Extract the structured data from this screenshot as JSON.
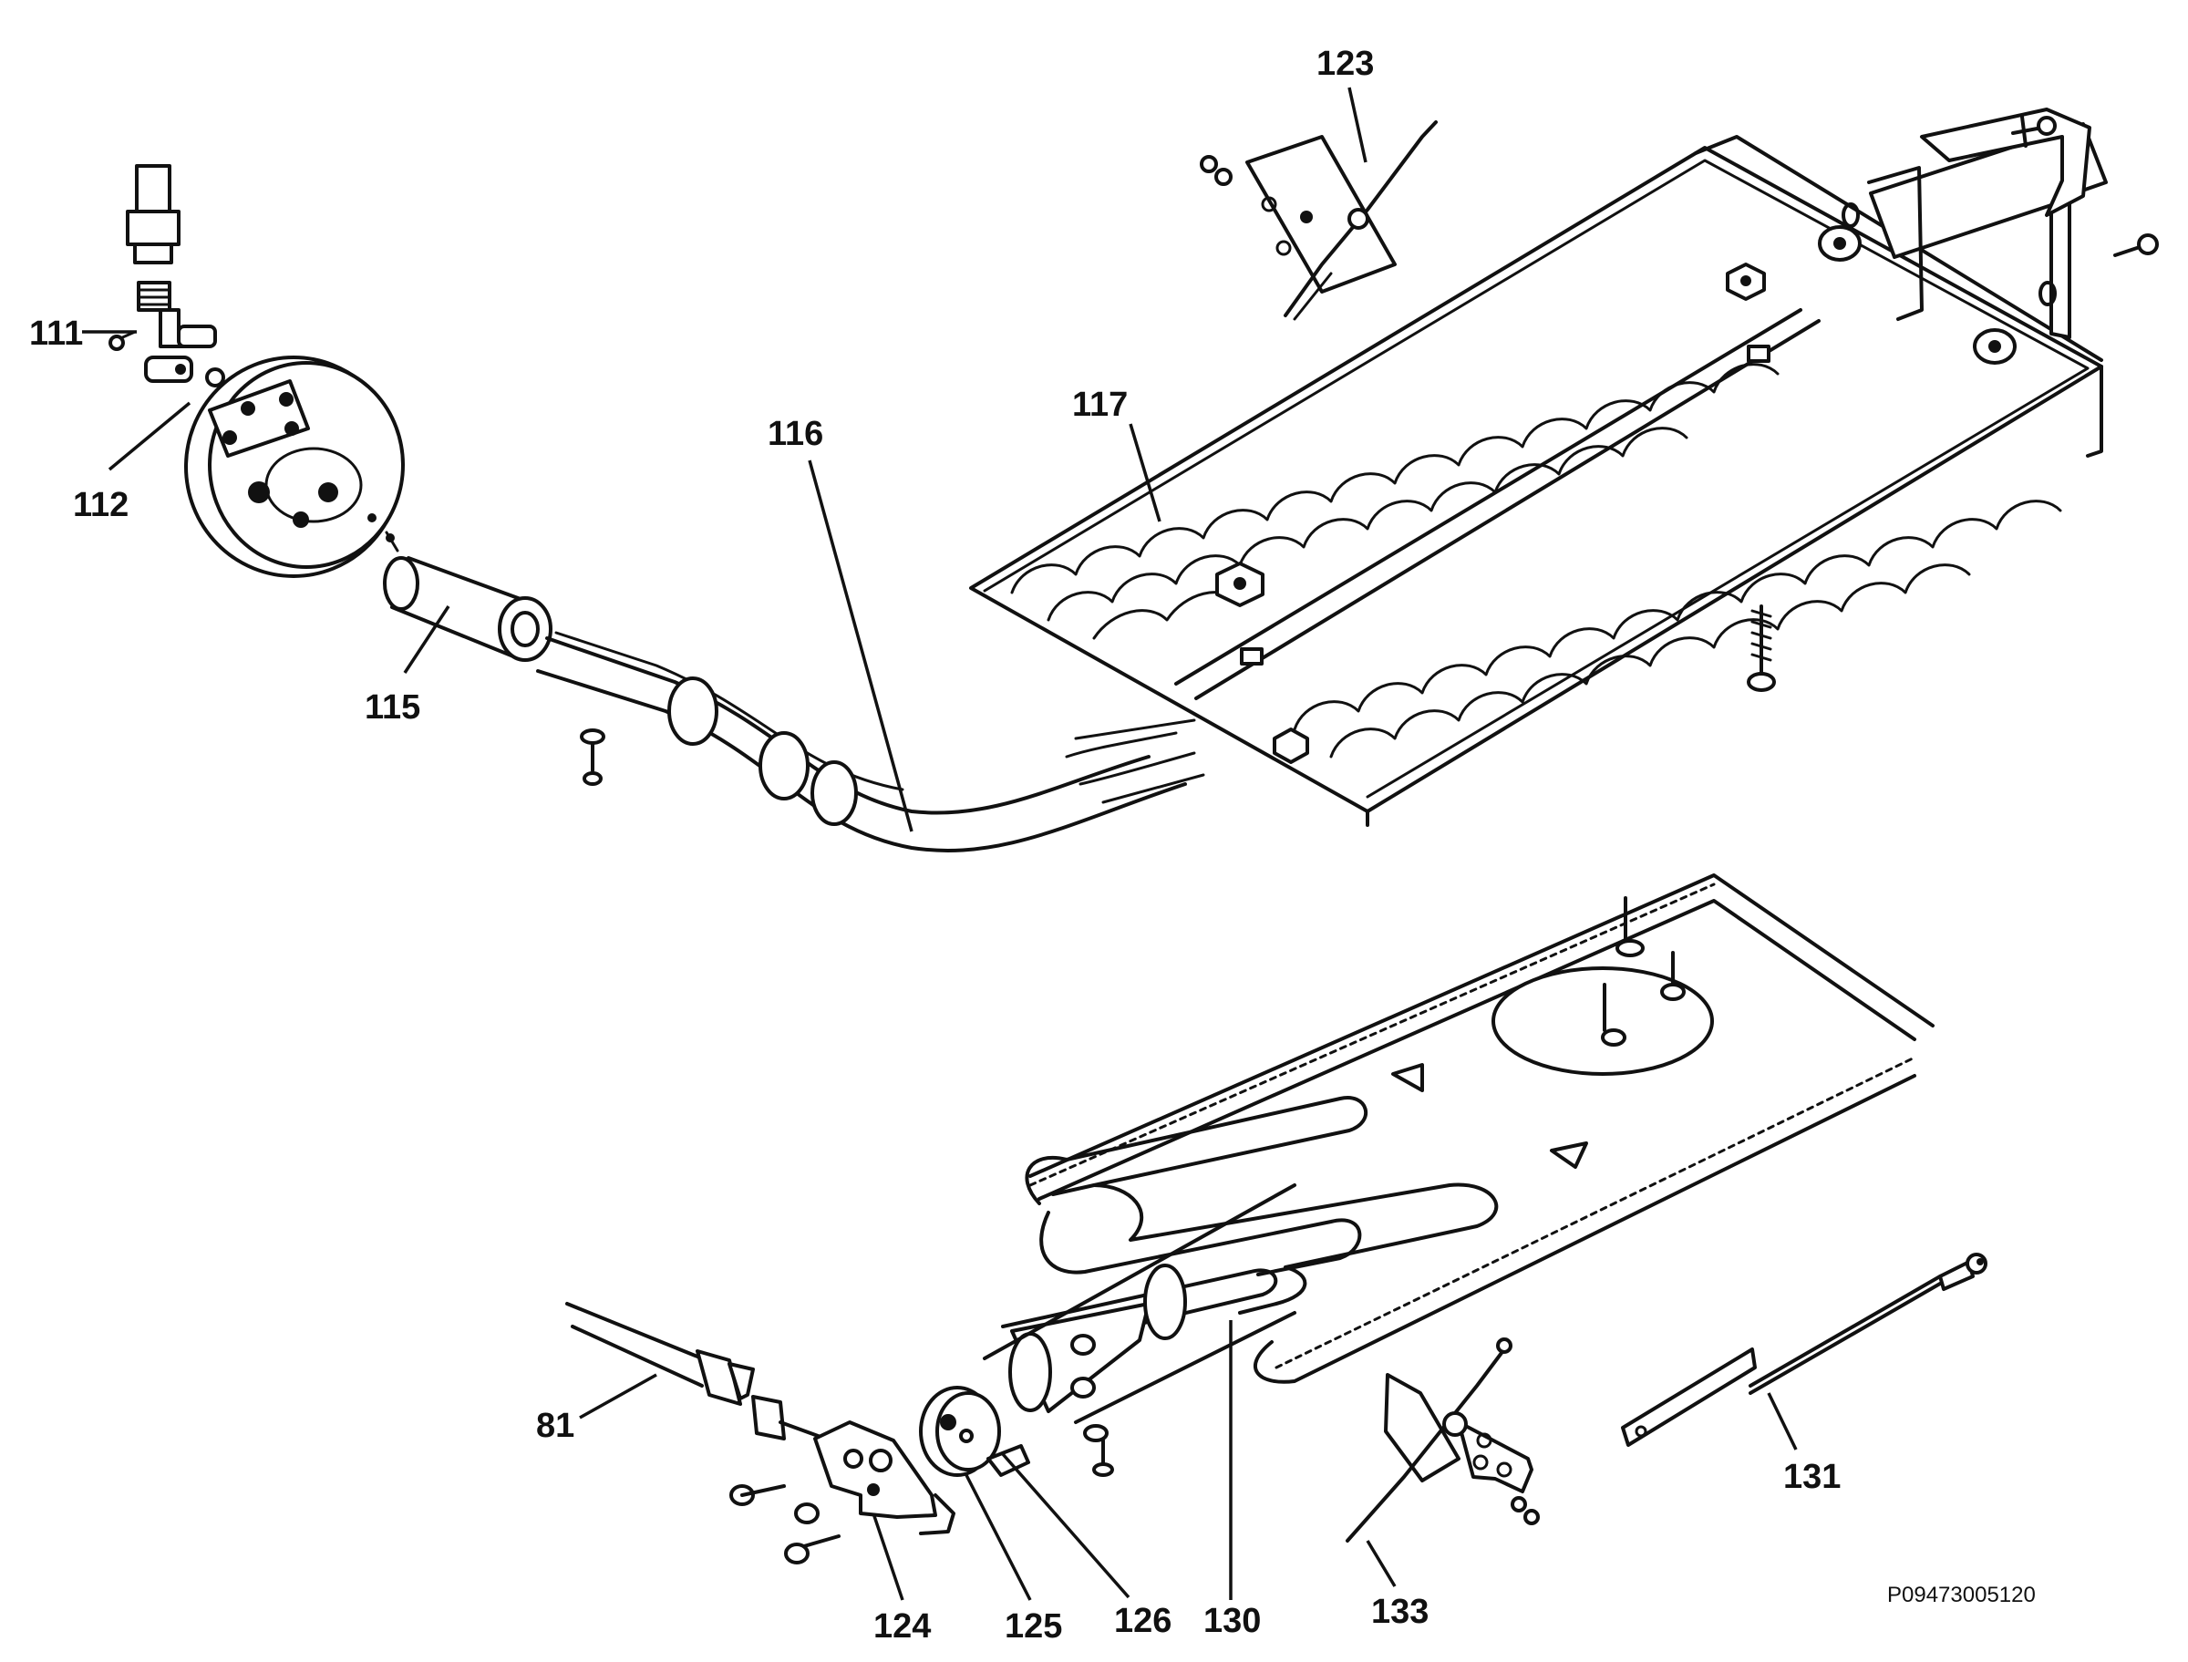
{
  "diagram": {
    "labels": {
      "p111": "111",
      "p112": "112",
      "p115": "115",
      "p116": "116",
      "p117": "117",
      "p123": "123",
      "p81": "81",
      "p124": "124",
      "p125": "125",
      "p126": "126",
      "p130": "130",
      "p133": "133",
      "p131": "131"
    },
    "reference_code": "P09473005120"
  }
}
